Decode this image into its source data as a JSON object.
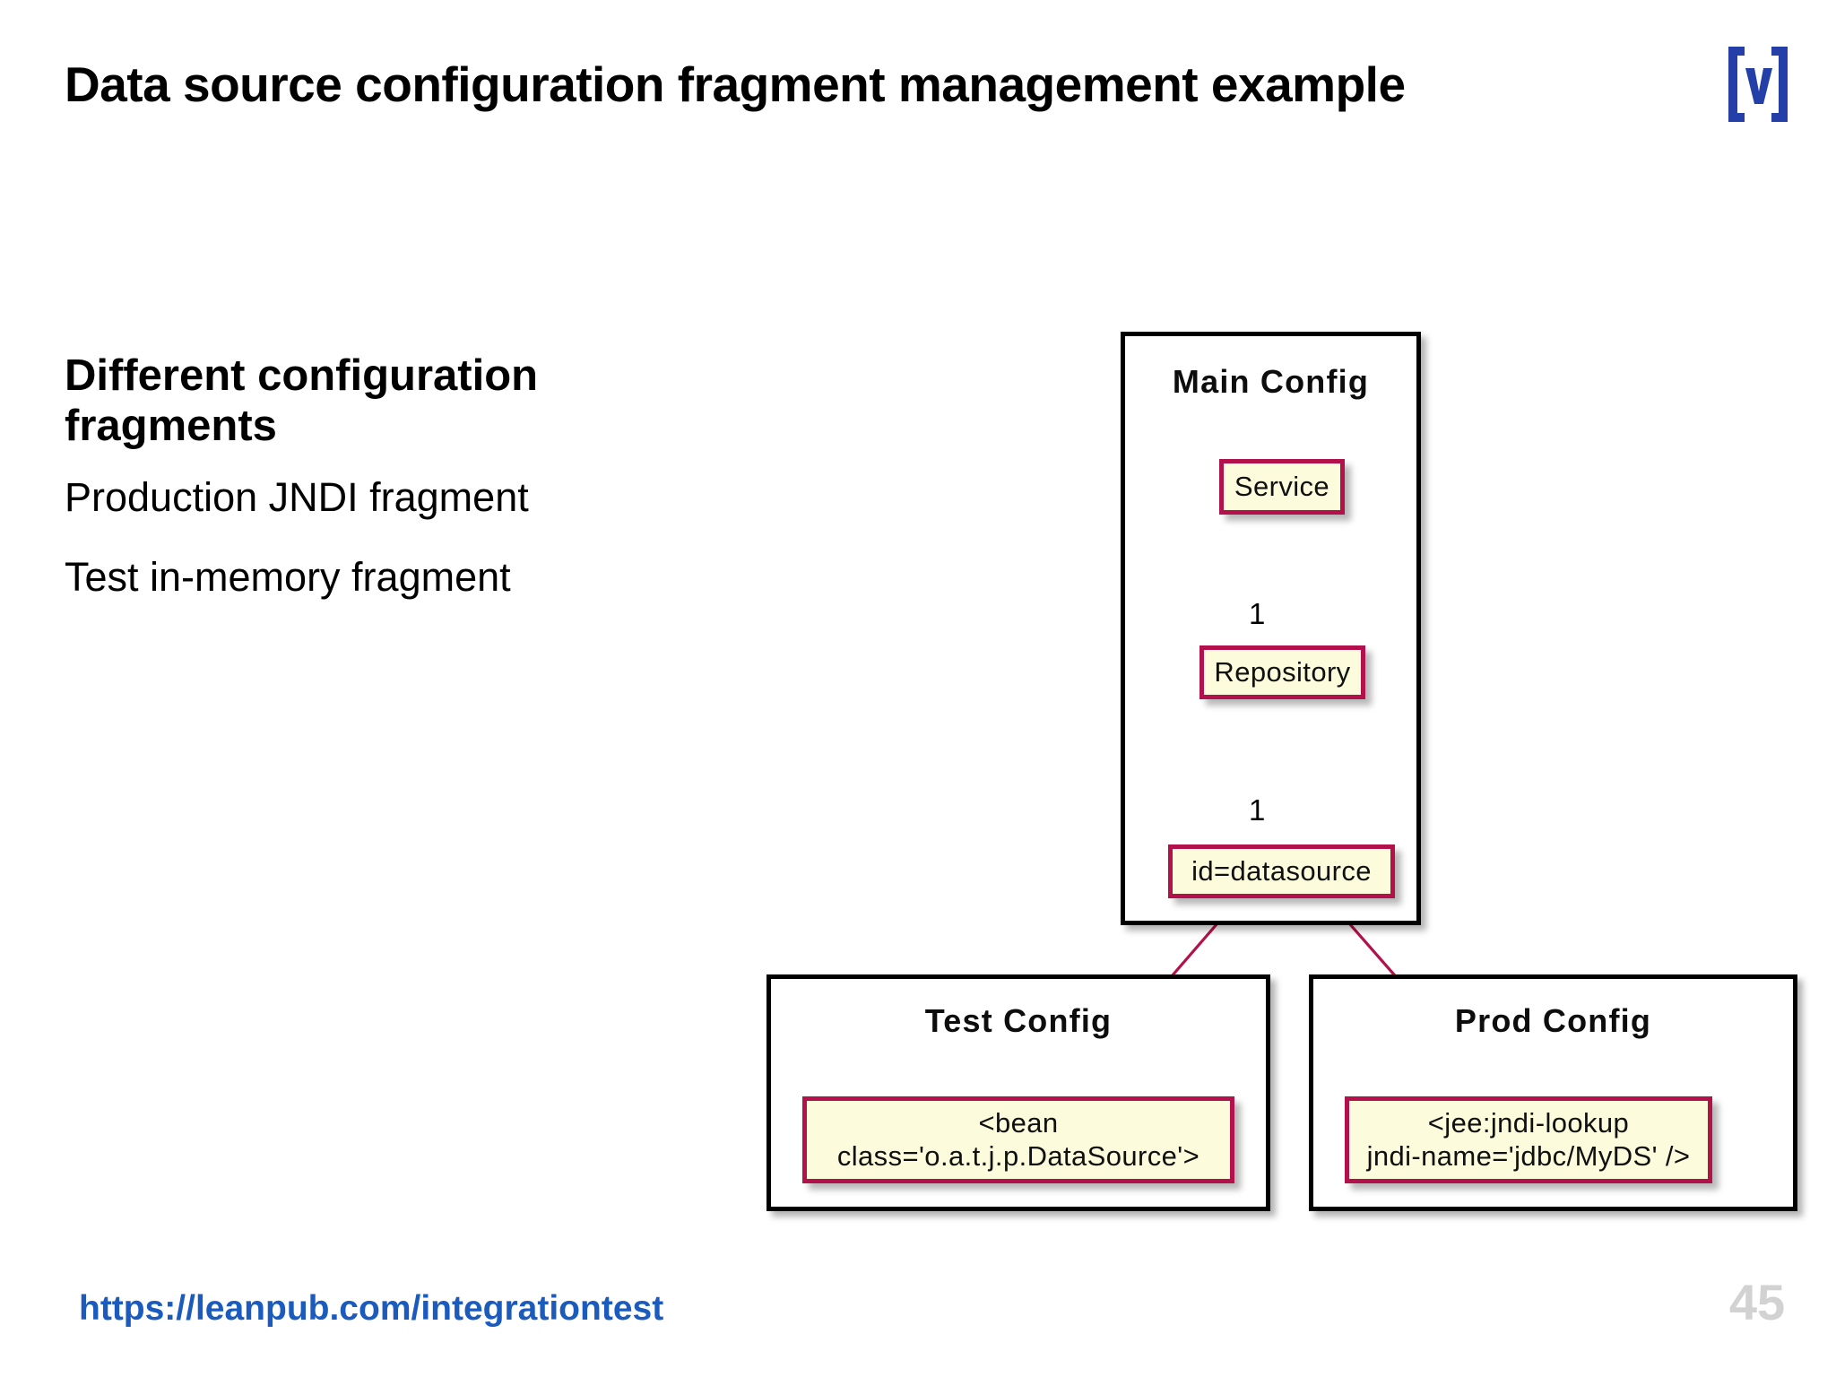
{
  "slide": {
    "title": "Data source configuration fragment management example",
    "page_number": "45",
    "footer_url": "https://leanpub.com/integrationtest",
    "logo_icon": "brand-v-brackets-icon",
    "colors": {
      "accent_blue": "#1b5bbd",
      "logo_blue": "#2440a8",
      "node_fill": "#fcfcdd",
      "node_border": "#b3114b",
      "package_border": "#000000",
      "page_number_gray": "#d2d2d2"
    }
  },
  "body": {
    "heading": "Different configuration fragments",
    "lines": [
      "Production JNDI fragment",
      "Test in-memory fragment"
    ]
  },
  "diagram": {
    "type": "uml-component-diagram",
    "packages": [
      {
        "id": "main-config",
        "title": "Main Config",
        "nodes": [
          {
            "id": "service",
            "label": "Service"
          },
          {
            "id": "repository",
            "label": "Repository"
          },
          {
            "id": "datasource",
            "label": "id=datasource"
          }
        ]
      },
      {
        "id": "test-config",
        "title": "Test Config",
        "nodes": [
          {
            "id": "test-bean",
            "label_line1": "<bean",
            "label_line2": "class='o.a.t.j.p.DataSource'>"
          }
        ]
      },
      {
        "id": "prod-config",
        "title": "Prod Config",
        "nodes": [
          {
            "id": "prod-jndi",
            "label_line1": "<jee:jndi-lookup",
            "label_line2": "jndi-name='jdbc/MyDS' />"
          }
        ]
      }
    ],
    "edges": [
      {
        "from": "service",
        "to": "repository",
        "multiplicity": "1",
        "arrow": "open-arrow"
      },
      {
        "from": "repository",
        "to": "datasource",
        "multiplicity": "1",
        "arrow": "open-arrow"
      },
      {
        "from": "test-bean",
        "to": "datasource",
        "multiplicity": "",
        "arrow": "hollow-triangle"
      },
      {
        "from": "prod-jndi",
        "to": "datasource",
        "multiplicity": "",
        "arrow": "hollow-triangle"
      }
    ],
    "multiplicity_labels": [
      "1",
      "1"
    ]
  }
}
